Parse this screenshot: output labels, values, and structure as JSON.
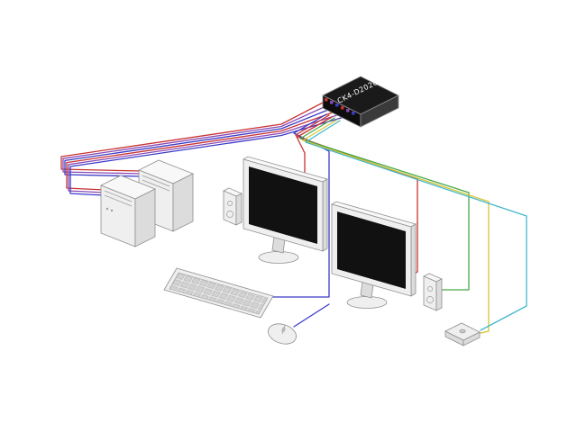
{
  "kvm": {
    "label": "CK4-D202C"
  },
  "cables": {
    "red": "#c83232",
    "blue": "#3a3ac8",
    "purple": "#8a4ab4",
    "green": "#46a846",
    "yellow": "#d8c434",
    "cyan": "#44b8cc"
  },
  "colors": {
    "background": "#ffffff",
    "switch_top": "#1a1a1a",
    "switch_front": "#0d0d0d",
    "switch_side": "#3a3a3a",
    "screen": "#111111",
    "device_fill": "#efefef",
    "device_top": "#f8f8f8",
    "device_side": "#dcdcdc",
    "outline": "#909090"
  },
  "objects": [
    "kvm-switch",
    "pc-tower-left",
    "pc-tower-right",
    "monitor-left",
    "monitor-right",
    "speaker-left",
    "speaker-right",
    "keyboard",
    "mouse",
    "remote-control"
  ]
}
